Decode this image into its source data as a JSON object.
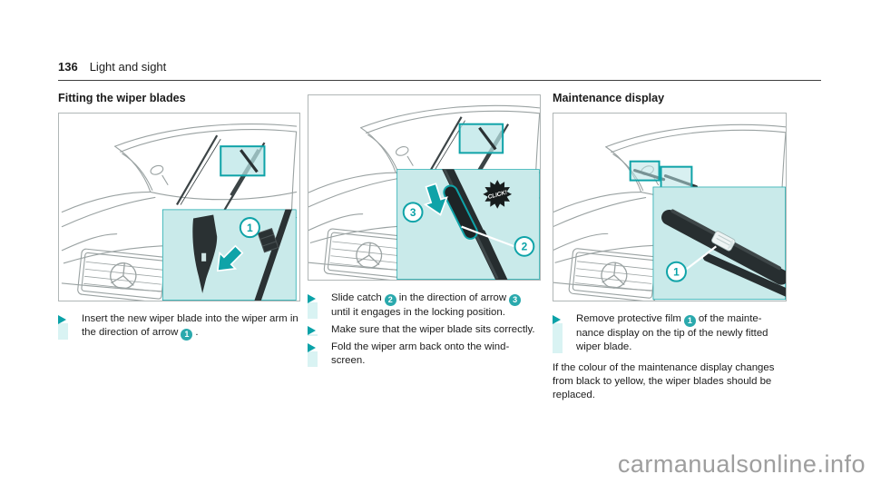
{
  "page": {
    "number": "136",
    "chapter": "Light and sight",
    "watermark": "carmanualsonline.info"
  },
  "colors": {
    "accent_teal": "#0aa2a8",
    "inline_badge_teal": "#2aa9ad",
    "inset_background": "#c9eaea",
    "step_bar": "#d9f3f3"
  },
  "fitting": {
    "title": "Fitting the wiper blades",
    "figure": {
      "callout1": "1"
    },
    "step": {
      "t1": "Insert the new wiper blade into the wiper arm in the direction of arrow",
      "r1": "1",
      "t2": "."
    }
  },
  "installing": {
    "figure": {
      "callout2": "2",
      "callout3": "3",
      "click": "CLICK!"
    },
    "steps": [
      {
        "t1": "Slide catch",
        "r1": "2",
        "t2": "in the direction of arrow",
        "r2": "3",
        "t3": "until it engages in the locking position."
      },
      {
        "t1": "Make sure that the wiper blade sits correctly."
      },
      {
        "t1": "Fold the wiper arm back onto the wind-screen."
      }
    ]
  },
  "maintenance": {
    "title": "Maintenance display",
    "figure": {
      "callout1": "1"
    },
    "step": {
      "t1": "Remove protective film",
      "r1": "1",
      "t2": "of the mainte-nance display on the tip of the newly fitted wiper blade."
    },
    "note": "If the colour of the maintenance display changes from black to yellow, the wiper blades should be replaced."
  }
}
